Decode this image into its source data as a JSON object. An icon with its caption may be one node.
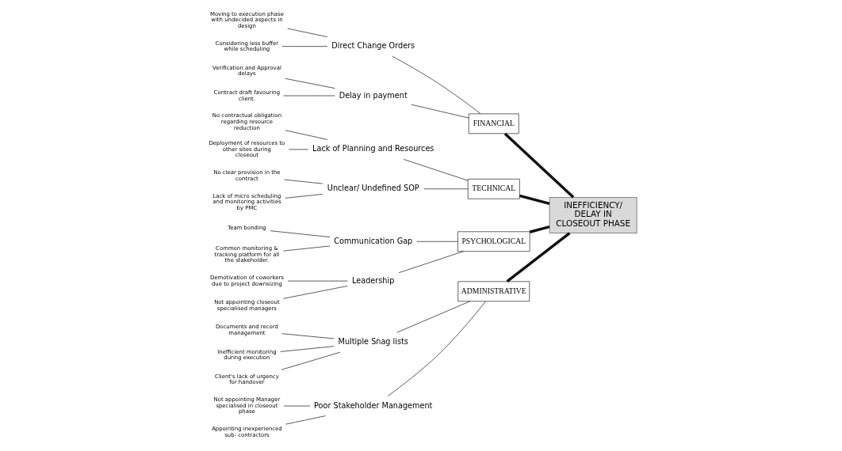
{
  "diagram": {
    "nodes": [
      {
        "text": [
          "FINANCIAL"
        ]
      },
      {
        "text": [
          "TECHNICAL"
        ]
      },
      {
        "text": [
          "Direct Change Orders"
        ]
      },
      {
        "text": [
          "Considering less buffer while scheduling"
        ]
      },
      {
        "text": [
          "Moving to execution phase with undecided aspects in design"
        ]
      },
      {
        "text": [
          "Lack of Planning and Resources"
        ]
      },
      {
        "text": [
          "Deployment of resources to other sites during closeout"
        ]
      },
      {
        "text": [
          "No contractual obligation regarding resource reduction"
        ]
      },
      {
        "text": [
          "Delay in payment"
        ]
      },
      {
        "text": [
          "Contract draft favouring client."
        ]
      },
      {
        "text": [
          "Verification and Approval delays"
        ]
      },
      {
        "text": [
          "Unclear/ Undefined SOP"
        ]
      },
      {
        "text": [
          "Lack of micro scheduling and monitoring activities by PMC"
        ]
      },
      {
        "text": [
          "No clear provision in the contract"
        ]
      },
      {
        "text": [
          "INEFFICIENCY/ DELAY IN CLOSEOUT PHASE"
        ]
      },
      {
        "text": [
          "Communication Gap"
        ]
      },
      {
        "text": [
          "Common monitoring & tracking platform for all the stakeholder."
        ]
      },
      {
        "text": [
          "Team bonding"
        ]
      },
      {
        "text": [
          "Multiple Snag lists"
        ]
      },
      {
        "text": [
          "Inefficient monitoring during execution"
        ]
      },
      {
        "text": [
          "Client's lack of urgency for handover"
        ]
      },
      {
        "text": [
          "Documents and record management"
        ]
      },
      {
        "text": [
          "Leadership"
        ]
      },
      {
        "text": [
          "Not appointing closeout specialised managers"
        ]
      },
      {
        "text": [
          "Demotivation of coworkers due to project downsizing"
        ]
      },
      {
        "text": [
          "Poor Stakeholder Management"
        ]
      },
      {
        "text": [
          "Appointing inexperienced sub- contractors"
        ]
      },
      {
        "text": [
          "Not appointing Manager specialised in closeout phase"
        ]
      },
      {
        "text": [
          "PSYCHOLOGICAL"
        ]
      },
      {
        "text": [
          "ADMINISTRATIVE"
        ]
      }
    ],
    "edges": [
      {
        "from": 0,
        "to": 14,
        "arrow": "none",
        "style": "thick"
      },
      {
        "from": 1,
        "to": 14,
        "arrow": "none",
        "style": "thick"
      },
      {
        "from": 28,
        "to": 14,
        "arrow": "none",
        "style": "thick"
      },
      {
        "from": 29,
        "to": 14,
        "arrow": "none",
        "style": "thick"
      },
      {
        "from": 2,
        "to": 0,
        "arrow": "none"
      },
      {
        "from": 8,
        "to": 0,
        "arrow": "none"
      },
      {
        "from": 5,
        "to": 1,
        "arrow": "none"
      },
      {
        "from": 11,
        "to": 1,
        "arrow": "none"
      },
      {
        "from": 15,
        "to": 28,
        "arrow": "none"
      },
      {
        "from": 22,
        "to": 28,
        "arrow": "none"
      },
      {
        "from": 18,
        "to": 29,
        "arrow": "none"
      },
      {
        "from": 25,
        "to": 29,
        "arrow": "none"
      },
      {
        "from": 3,
        "to": 2,
        "arrow": "none"
      },
      {
        "from": 4,
        "to": 2,
        "arrow": "none"
      },
      {
        "from": 6,
        "to": 5,
        "arrow": "none"
      },
      {
        "from": 7,
        "to": 5,
        "arrow": "none"
      },
      {
        "from": 9,
        "to": 8,
        "arrow": "none"
      },
      {
        "from": 10,
        "to": 8,
        "arrow": "none"
      },
      {
        "from": 12,
        "to": 11,
        "arrow": "none"
      },
      {
        "from": 13,
        "to": 11,
        "arrow": "none"
      },
      {
        "from": 16,
        "to": 15,
        "arrow": "none"
      },
      {
        "from": 17,
        "to": 15,
        "arrow": "none"
      },
      {
        "from": 19,
        "to": 18,
        "arrow": "none"
      },
      {
        "from": 20,
        "to": 18,
        "arrow": "none"
      },
      {
        "from": 21,
        "to": 18,
        "arrow": "none"
      },
      {
        "from": 23,
        "to": 22,
        "arrow": "none"
      },
      {
        "from": 24,
        "to": 22,
        "arrow": "none"
      },
      {
        "from": 26,
        "to": 25,
        "arrow": "none"
      },
      {
        "from": 27,
        "to": 25,
        "arrow": "none"
      }
    ]
  }
}
